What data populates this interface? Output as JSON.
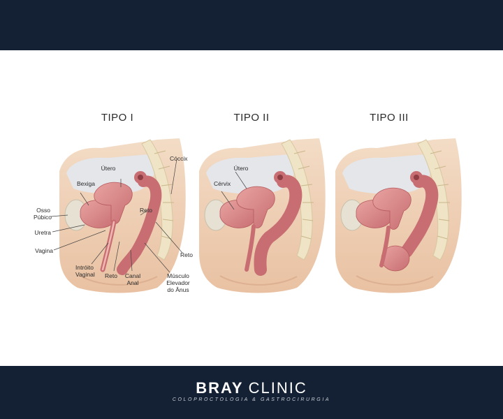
{
  "panels": [
    {
      "title": "TIPO I"
    },
    {
      "title": "TIPO II"
    },
    {
      "title": "TIPO III"
    }
  ],
  "labels": {
    "p1_coccix": "Cóccix",
    "p1_utero": "Útero",
    "p1_bexiga": "Bexiga",
    "p1_osso_pubico_1": "Osso",
    "p1_osso_pubico_2": "Púbico",
    "p1_uretra": "Uretra",
    "p1_vagina": "Vagina",
    "p1_reto_inner": "Reto",
    "p1_reto_outer": "Reto",
    "p1_introito_1": "Intróito",
    "p1_introito_2": "Vaginal",
    "p1_reto_bottom": "Reto",
    "p1_canal_1": "Canal",
    "p1_canal_2": "Anal",
    "p1_musculo_1": "Músculo",
    "p1_musculo_2": "Elevador",
    "p1_musculo_3": "do Ânus",
    "p2_utero": "Útero",
    "p2_cervix": "Cérvix"
  },
  "brand": {
    "name_bold": "BRAY",
    "name_light": "CLINIC",
    "tagline": "COLOPROCTOLOGIA & GASTROCIRURGIA"
  },
  "colors": {
    "band": "#142033",
    "skin": "#f0d2b8",
    "organ": "#d98a8a",
    "organ_dark": "#b55a5e",
    "bone": "#efe4c6",
    "cavity": "#e4e6ea"
  }
}
